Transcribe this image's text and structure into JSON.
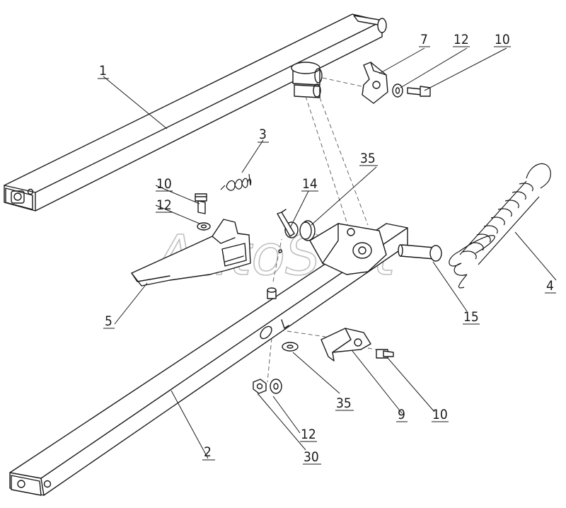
{
  "watermark": "AutoSoft",
  "callouts": {
    "c1": "1",
    "c2": "2",
    "c3": "3",
    "c4": "4",
    "c5": "5",
    "c7": "7",
    "c9": "9",
    "c10a": "10",
    "c10b": "10",
    "c10c": "10",
    "c12a": "12",
    "c12b": "12",
    "c12c": "12",
    "c14": "14",
    "c15": "15",
    "c30": "30",
    "c35a": "35",
    "c35b": "35"
  }
}
